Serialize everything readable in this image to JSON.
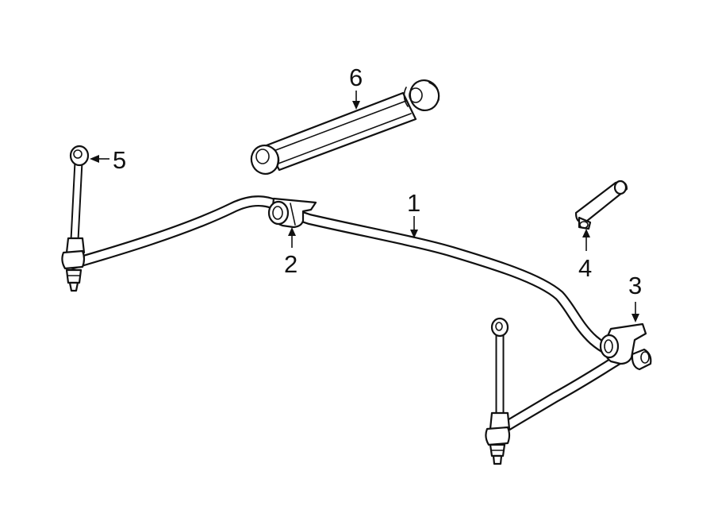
{
  "callouts": [
    {
      "id": "1",
      "text": "1"
    },
    {
      "id": "2",
      "text": "2"
    },
    {
      "id": "3",
      "text": "3"
    },
    {
      "id": "4",
      "text": "4"
    },
    {
      "id": "5",
      "text": "5"
    },
    {
      "id": "6",
      "text": "6"
    }
  ],
  "colors": {
    "line": "#111111",
    "background": "#ffffff"
  }
}
